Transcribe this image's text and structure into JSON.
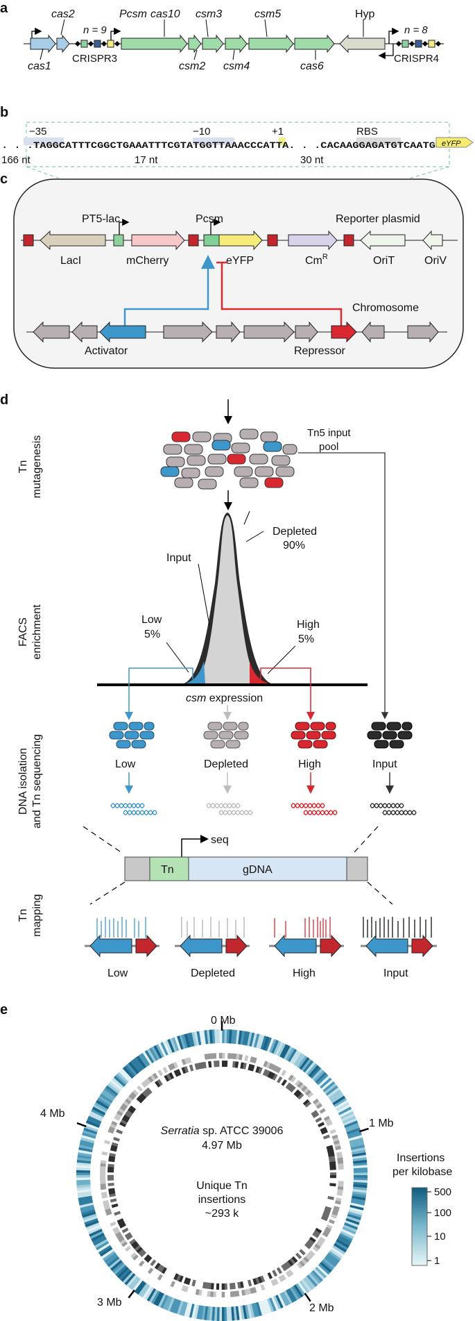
{
  "panels": {
    "a": "a",
    "b": "b",
    "c": "c",
    "d": "d",
    "e": "e"
  },
  "panel_a": {
    "cas1": "cas1",
    "cas2": "cas2",
    "n1": "n = 9",
    "crispr3": "CRISPR3",
    "pcsm": "Pcsm",
    "cas10": "cas10",
    "csm2": "csm2",
    "csm3": "csm3",
    "csm4": "csm4",
    "csm5": "csm5",
    "cas6": "cas6",
    "hyp": "Hyp",
    "n2": "n = 8",
    "crispr4": "CRISPR4"
  },
  "panel_b": {
    "m35": "−35",
    "m10": "−10",
    "p1": "+1",
    "rbs": "RBS",
    "seq": ". . .TAGGCATTTCGGCTGAAATTTCGTATGGTTAAACCCATTA. . .CACAAGGAGATGTCAATG",
    "eyfp": "eYFP",
    "nt166": "166 nt",
    "nt17": "17 nt",
    "nt30": "30 nt"
  },
  "panel_c": {
    "pt5lac": "PT5-lac",
    "pcsm": "Pcsm",
    "reporter": "Reporter plasmid",
    "laci": "LacI",
    "mcherry": "mCherry",
    "eyfp": "eYFP",
    "cmr": "Cm",
    "cmr_sup": "R",
    "orit": "OriT",
    "oriv": "OriV",
    "chromosome": "Chromosome",
    "activator": "Activator",
    "repressor": "Repressor"
  },
  "panel_d": {
    "row1_l1": "Tn",
    "row1_l2": "mutagenesis",
    "row2_l1": "FACS",
    "row2_l2": "enrichment",
    "row3_l1": "DNA isolation",
    "row3_l2": "and Tn sequencing",
    "row4_l1": "Tn",
    "row4_l2": "mapping",
    "pool1": "Tn5 input",
    "pool2": "pool",
    "depleted": "Depleted",
    "depleted_pct": "90%",
    "input": "Input",
    "low": "Low",
    "low_pct": "5%",
    "high": "High",
    "high_pct": "5%",
    "csm": "csm",
    "expression": " expression",
    "s_low": "Low",
    "s_depleted": "Depleted",
    "s_high": "High",
    "s_input": "Input",
    "seq": "seq",
    "tn": "Tn",
    "gdna": "gDNA",
    "m_low": "Low",
    "m_depleted": "Depleted",
    "m_high": "High",
    "m_input": "Input"
  },
  "panel_e": {
    "mb0": "0 Mb",
    "mb1": "1 Mb",
    "mb2": "2 Mb",
    "mb3": "3 Mb",
    "mb4": "4 Mb",
    "org_it": "Serratia",
    "org_rest": " sp. ATCC 39006",
    "size": "4.97 Mb",
    "uniq1": "Unique Tn",
    "uniq2": "insertions",
    "uniq3": "~293 k",
    "leg1": "Insertions",
    "leg2": "per kilobase",
    "ticks": [
      "500",
      "100",
      "10",
      "1"
    ]
  },
  "colors": {
    "blue": "#3e97cb",
    "red": "#d9282f",
    "grey": "#b5adb0",
    "green": "#8fd19e",
    "yellow": "#f4ea86",
    "pink": "#f3c5c5",
    "lightblue": "#cfe3f1",
    "khaki": "#d8d0bb"
  }
}
